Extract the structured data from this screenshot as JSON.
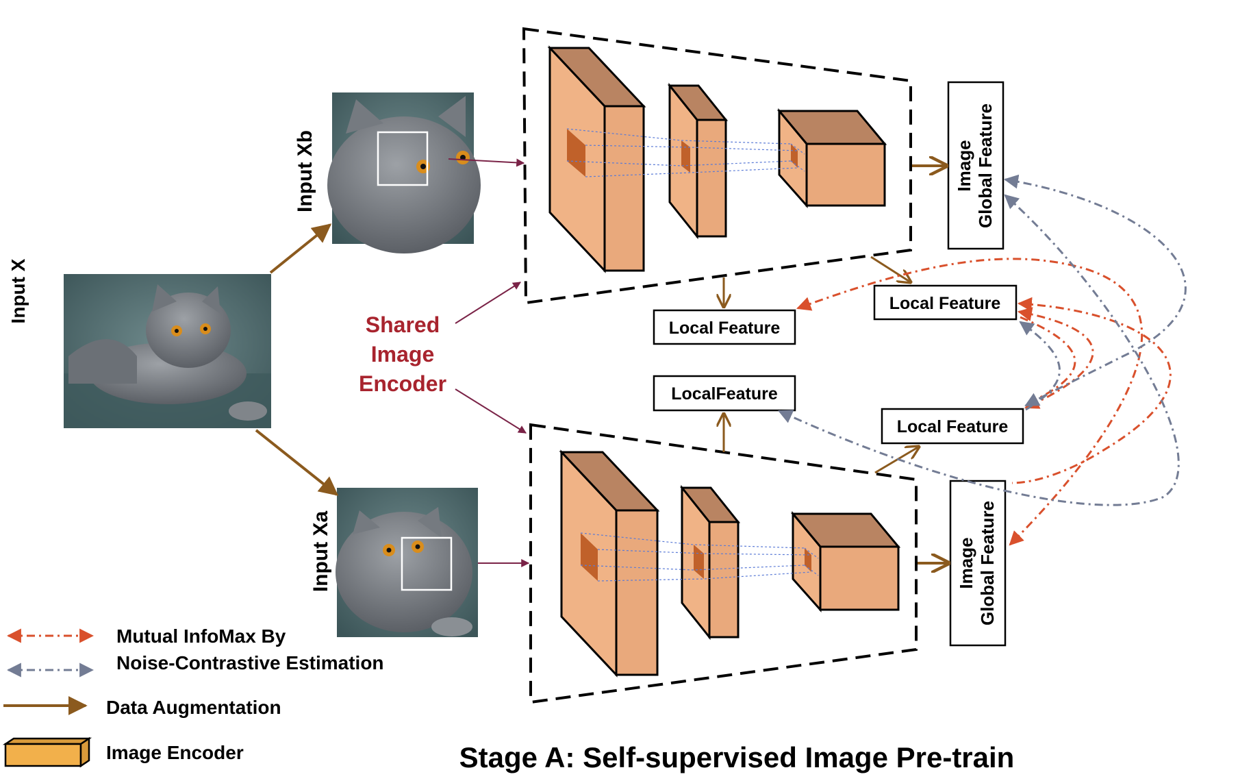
{
  "inputs": {
    "x": "Input X",
    "xb": "Input Xb",
    "xa": "Input Xa"
  },
  "encoder_label": [
    "Shared",
    "Image",
    "Encoder"
  ],
  "features": {
    "global_top": [
      "Image",
      "Global Feature"
    ],
    "global_bottom": [
      "Image",
      "Global Feature"
    ],
    "local_top_left": "Local Feature",
    "local_top_right": "Local Feature",
    "local_bottom_left": "LocalFeature",
    "local_bottom_right": "Local Feature"
  },
  "legend": {
    "infomax_line1": "Mutual InfoMax By",
    "infomax_line2": "Noise-Contrastive Estimation",
    "augmentation": "Data Augmentation",
    "encoder": "Image Encoder"
  },
  "caption": "Stage A: Self-supervised Image Pre-train",
  "colors": {
    "augment_arrow": "#8b5a1e",
    "encoder_arrow": "#7a2347",
    "infomax_red": "#d9502c",
    "infomax_gray": "#737c94",
    "encoder_label": "#a8242e",
    "cube_front": "#f0b386",
    "cube_top": "#b98462",
    "cube_side_dark": "#e9a97c",
    "legend_encoder": "#f2b04b"
  }
}
